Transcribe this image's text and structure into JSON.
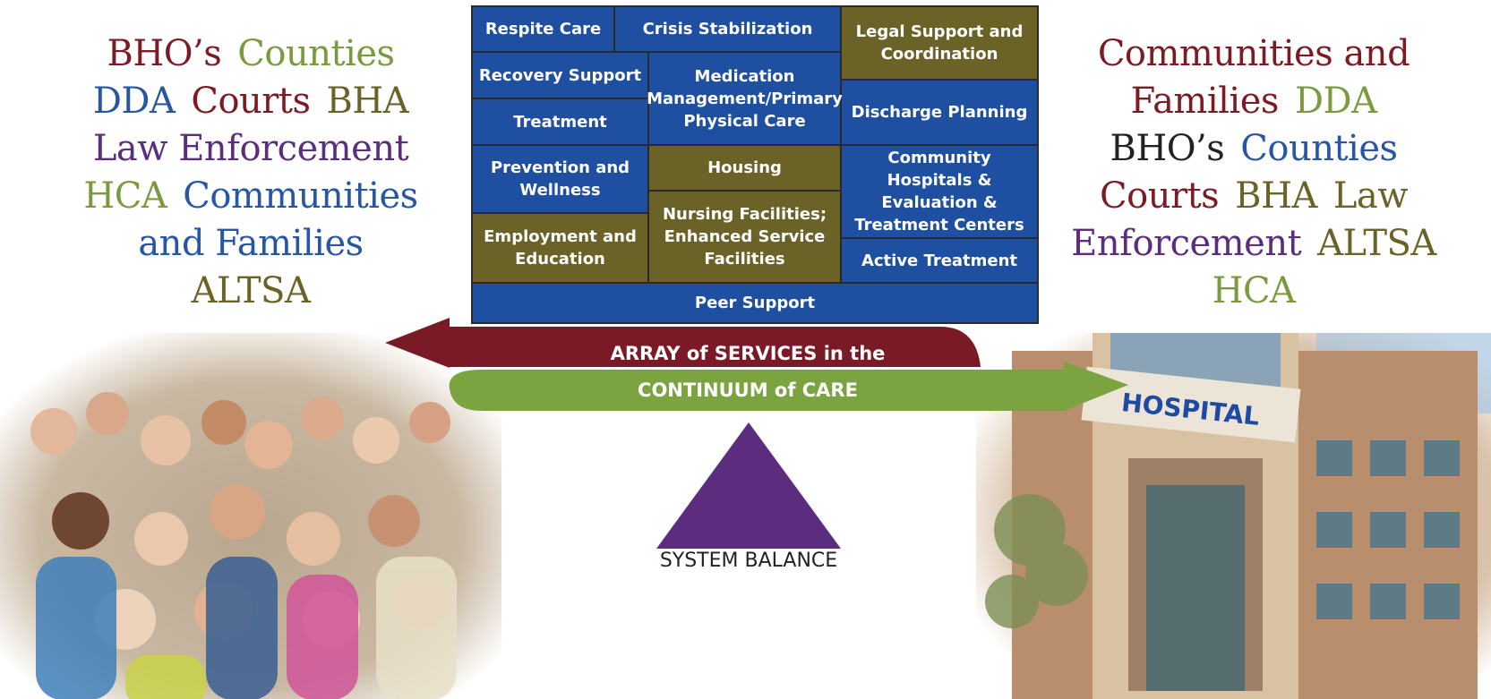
{
  "left_cloud": [
    {
      "text": "BHO’s",
      "color": "#7b1c24"
    },
    {
      "text": "Counties",
      "color": "#7a9a3e"
    },
    {
      "text": "DDA",
      "color": "#2756a3"
    },
    {
      "text": "Courts",
      "color": "#7b1c24"
    },
    {
      "text": "BHA",
      "color": "#6b6227"
    },
    {
      "text": "Law Enforcement",
      "color": "#5c2d7e"
    },
    {
      "text": "HCA",
      "color": "#7a9a3e"
    },
    {
      "text": "Communities",
      "color": "#2756a3"
    },
    {
      "text": "and Families",
      "color": "#2756a3"
    },
    {
      "text": "ALTSA",
      "color": "#6b6227"
    }
  ],
  "right_cloud": [
    {
      "text": "Communities and",
      "color": "#7b1c24"
    },
    {
      "text": "Families",
      "color": "#7b1c24"
    },
    {
      "text": "DDA",
      "color": "#7a9a3e"
    },
    {
      "text": "BHO’s",
      "color": "#222222"
    },
    {
      "text": "Counties",
      "color": "#2756a3"
    },
    {
      "text": "Courts",
      "color": "#7b1c24"
    },
    {
      "text": "BHA",
      "color": "#6b6227"
    },
    {
      "text": "Law",
      "color": "#6b6227"
    },
    {
      "text": "Enforcement",
      "color": "#5c2d7e"
    },
    {
      "text": "ALTSA",
      "color": "#6b6227"
    },
    {
      "text": "HCA",
      "color": "#7a9a3e"
    }
  ],
  "services": {
    "respite_care": "Respite Care",
    "crisis_stabilization": "Crisis Stabilization",
    "legal_support": "Legal Support and Coordination",
    "recovery_support": "Recovery Support",
    "medication_management": "Medication Management/Primary Physical Care",
    "discharge_planning": "Discharge Planning",
    "treatment": "Treatment",
    "prevention_wellness": "Prevention and Wellness",
    "housing": "Housing",
    "community_hospitals": "Community Hospitals & Evaluation & Treatment Centers",
    "employment_education": "Employment and Education",
    "nursing_facilities": "Nursing Facilities; Enhanced Service Facilities",
    "active_treatment": "Active Treatment",
    "peer_support": "Peer Support"
  },
  "arrows": {
    "top_label": "ARRAY of SERVICES in the",
    "bottom_label": "CONTINUUM of CARE",
    "top_color": "#7a1a26",
    "bottom_color": "#7ba33f"
  },
  "fulcrum": {
    "label": "SYSTEM BALANCE",
    "color": "#5c2d7e"
  },
  "hospital_sign": "HOSPITAL",
  "colors": {
    "blue": "#1f4fa0",
    "olive": "#6b6227"
  }
}
